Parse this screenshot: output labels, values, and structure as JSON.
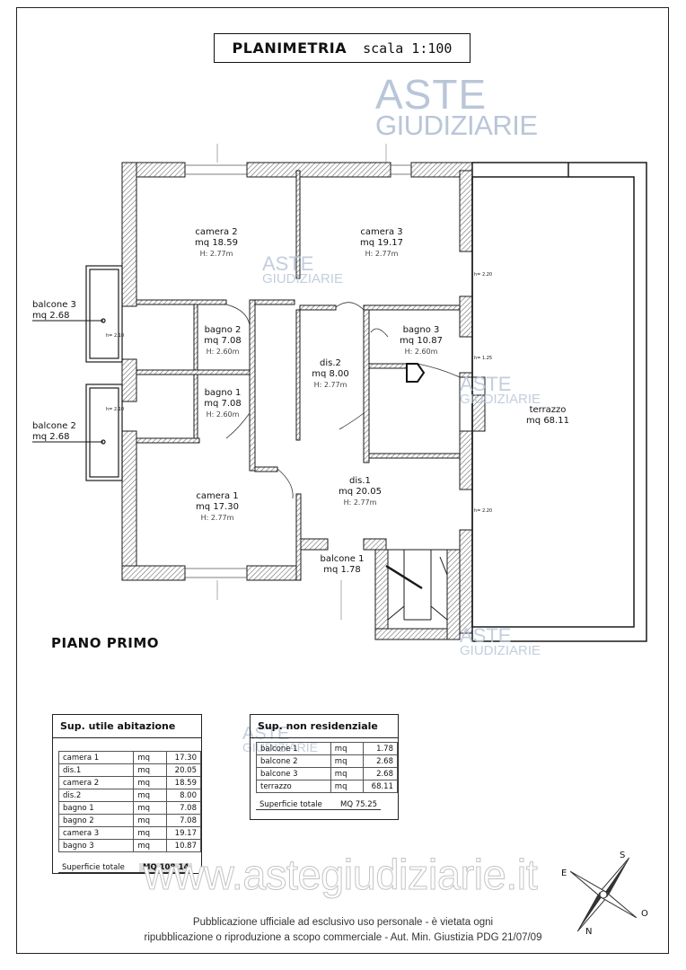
{
  "title": {
    "main": "PLANIMETRIA",
    "scale": "scala 1:100"
  },
  "floor_label": "PIANO PRIMO",
  "rooms": {
    "camera2": {
      "name": "camera 2",
      "area": "mq 18.59",
      "height": "H: 2.77m"
    },
    "camera3": {
      "name": "camera 3",
      "area": "mq 19.17",
      "height": "H: 2.77m"
    },
    "bagno2": {
      "name": "bagno 2",
      "area": "mq 7.08",
      "height": "H: 2.60m"
    },
    "bagno1": {
      "name": "bagno 1",
      "area": "mq 7.08",
      "height": "H: 2.60m"
    },
    "dis2": {
      "name": "dis.2",
      "area": "mq 8.00",
      "height": "H: 2.77m"
    },
    "bagno3": {
      "name": "bagno 3",
      "area": "mq 10.87",
      "height": "H: 2.60m"
    },
    "camera1": {
      "name": "camera 1",
      "area": "mq 17.30",
      "height": "H: 2.77m"
    },
    "dis1": {
      "name": "dis.1",
      "area": "mq 20.05",
      "height": "H: 2.77m"
    },
    "terrazzo": {
      "name": "terrazzo",
      "area": "mq 68.11"
    },
    "balcone1": {
      "name": "balcone 1",
      "area": "mq 1.78"
    },
    "balcone2": {
      "name": "balcone 2",
      "area": "mq 2.68"
    },
    "balcone3": {
      "name": "balcone 3",
      "area": "mq 2.68"
    }
  },
  "dimension_marks": {
    "h210a": "h= 2.10",
    "h210b": "h= 2.10",
    "h220a": "h= 2.20",
    "h125": "h= 1.25",
    "h220b": "h= 2.20"
  },
  "table_utile": {
    "title": "Sup. utile abitazione",
    "rows": [
      [
        "camera 1",
        "mq",
        "17.30"
      ],
      [
        "dis.1",
        "mq",
        "20.05"
      ],
      [
        "camera 2",
        "mq",
        "18.59"
      ],
      [
        "dis.2",
        "mq",
        "8.00"
      ],
      [
        "bagno 1",
        "mq",
        "7.08"
      ],
      [
        "bagno 2",
        "mq",
        "7.08"
      ],
      [
        "camera 3",
        "mq",
        "19.17"
      ],
      [
        "bagno 3",
        "mq",
        "10.87"
      ]
    ],
    "total_label": "Superficie totale",
    "total_value": "MQ 108.14"
  },
  "table_non_res": {
    "title": "Sup. non residenziale",
    "rows": [
      [
        "balcone 1",
        "mq",
        "1.78"
      ],
      [
        "balcone 2",
        "mq",
        "2.68"
      ],
      [
        "balcone 3",
        "mq",
        "2.68"
      ],
      [
        "terrazzo",
        "mq",
        "68.11"
      ]
    ],
    "total_label": "Superficie totale",
    "total_value": "MQ 75.25"
  },
  "watermark": {
    "line1": "ASTE",
    "line2": "GIUDIZIARIE",
    "url": "www.astegiudiziarie.it"
  },
  "compass": {
    "s": "S",
    "e": "E",
    "o": "O",
    "n": "N"
  },
  "footer": {
    "line1": "Pubblicazione ufficiale ad esclusivo uso personale - è vietata ogni",
    "line2": "ripubblicazione o riproduzione a scopo commerciale - Aut. Min. Giustizia PDG 21/07/09"
  },
  "colors": {
    "wall": "#1a1a1a",
    "hatch": "#6a6a6a",
    "watermark": "#b9c6d8"
  }
}
